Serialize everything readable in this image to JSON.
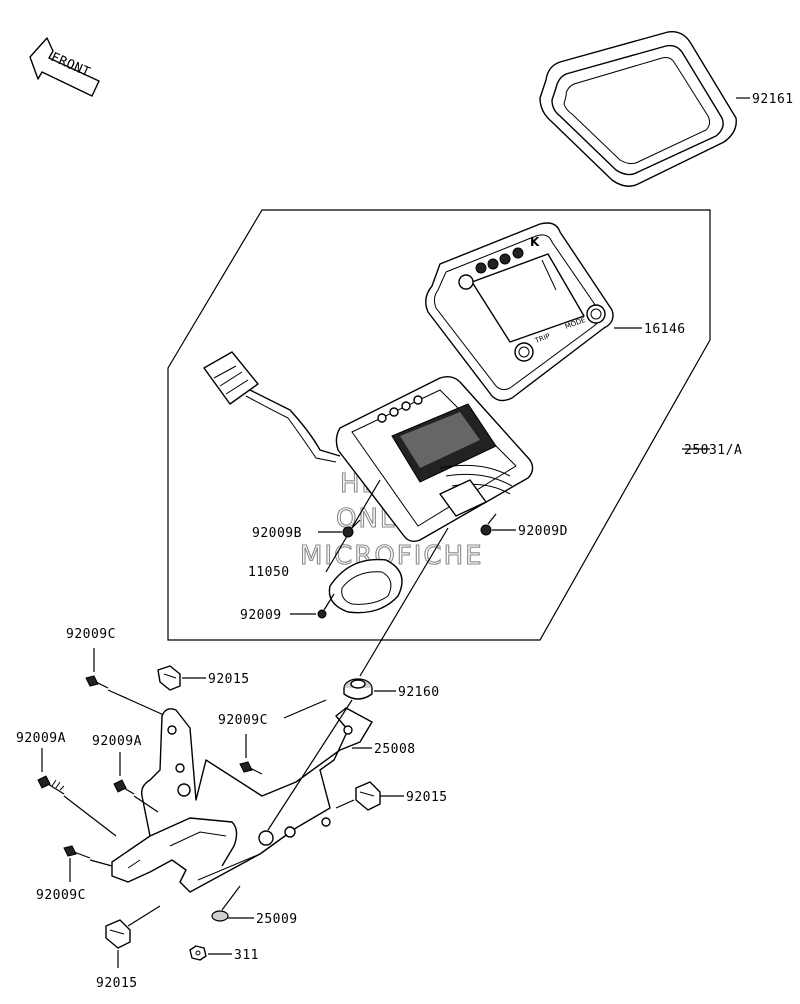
{
  "orientation": {
    "front_arrow_text": "FRONT"
  },
  "watermark": {
    "line1": "HESMS",
    "line2": "ONLINE",
    "line3": "MICROFICHE"
  },
  "callouts": {
    "c92161": "92161",
    "c16146": "16146",
    "c25031": "25031/A",
    "c92009B": "92009B",
    "c92009D": "92009D",
    "c11050": "11050",
    "c92009": "92009",
    "c92009C_top": "92009C",
    "c92015_top": "92015",
    "c92160": "92160",
    "c92009C_mid": "92009C",
    "c25008": "25008",
    "c92009A_left": "92009A",
    "c92009A_mid": "92009A",
    "c92015_right": "92015",
    "c92009C_bottom": "92009C",
    "c25009": "25009",
    "c311": "311",
    "c92015_bottom": "92015"
  },
  "meter_face": {
    "brand_mark": "K",
    "button_left_label": "TRIP",
    "button_right_label": "MODE"
  }
}
